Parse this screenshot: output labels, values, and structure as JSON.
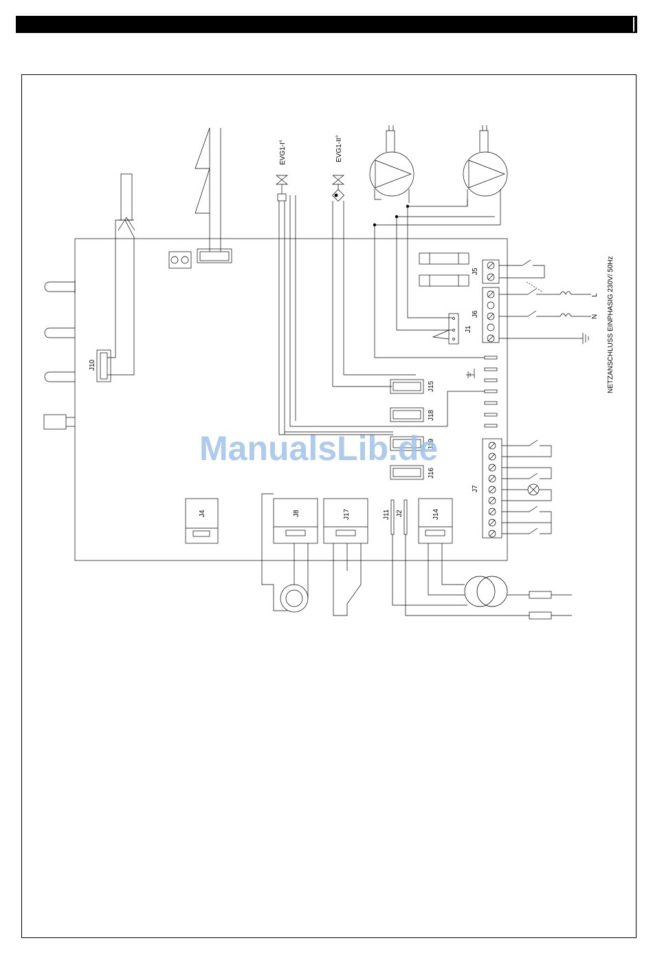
{
  "labels": {
    "netz": "NETZANSCHLUSS EINPHASIG 230V/ 50Hz",
    "evg1": "EVG1-I°",
    "evg2": "EVG1-II°",
    "j1": "J1",
    "j2": "J2",
    "j4": "J4",
    "j5": "J5",
    "j6": "J6",
    "j7": "J7",
    "j8": "J8",
    "j10": "J10",
    "j11": "J11",
    "j14": "J14",
    "j15": "J15",
    "j16": "J16",
    "j17": "J17",
    "j18": "J18",
    "j19": "J19",
    "L": "L",
    "N": "N"
  },
  "watermark": "ManualsLib.de"
}
